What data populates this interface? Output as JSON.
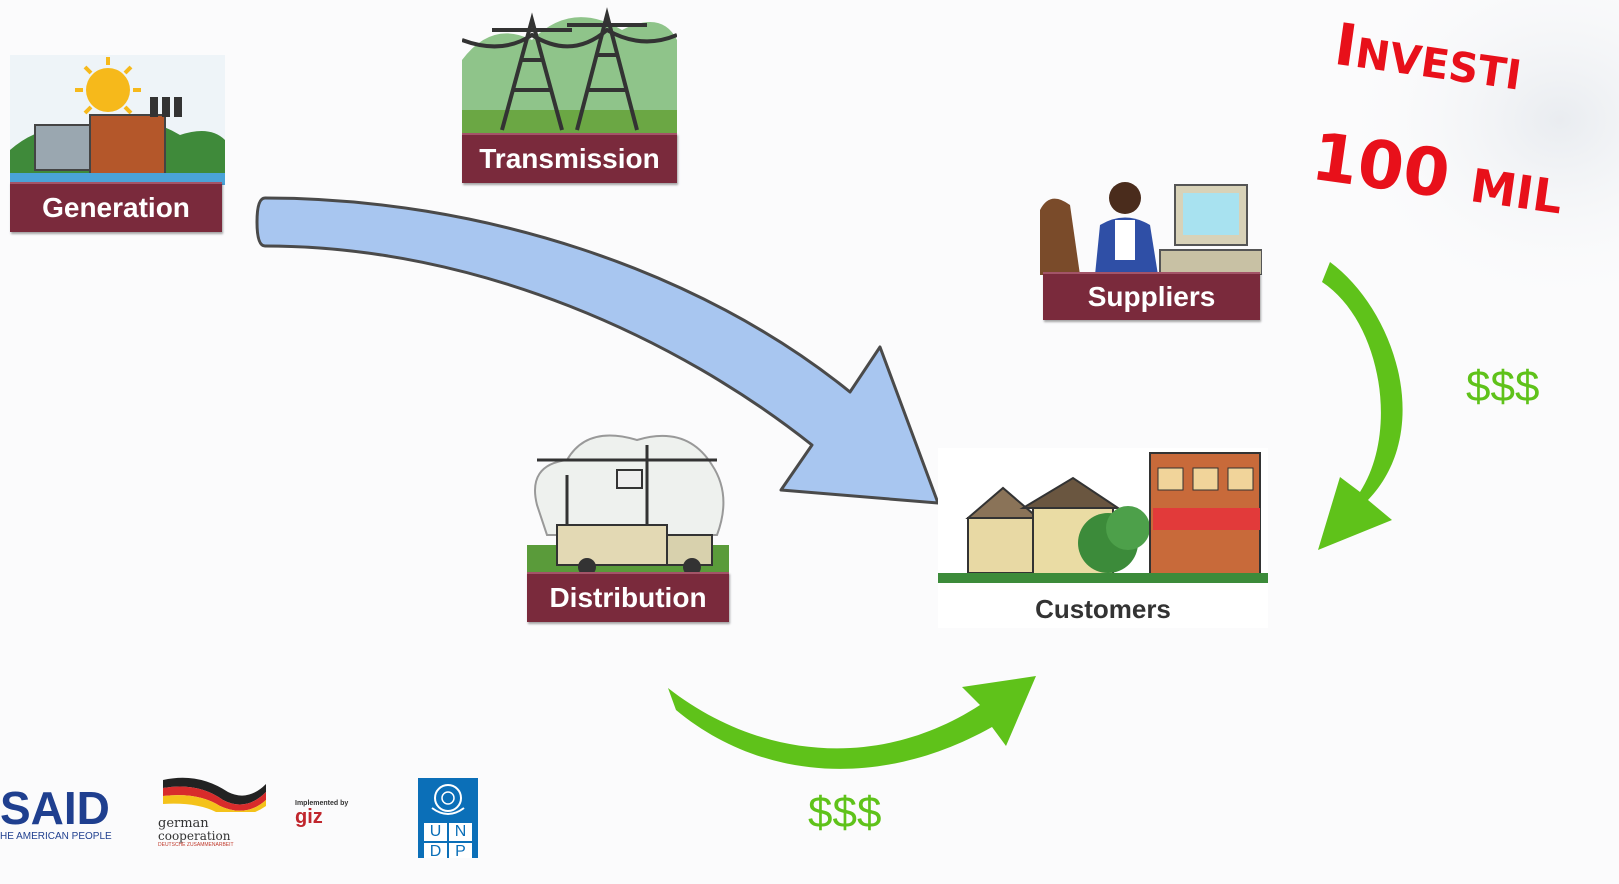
{
  "headline": {
    "line1": "Investi",
    "line2": "100 mil"
  },
  "nodes": {
    "generation": "Generation",
    "transmission": "Transmission",
    "suppliers": "Suppliers",
    "distribution": "Distribution",
    "customers": "Customers"
  },
  "payments": {
    "right": "$$$",
    "bottom": "$$$"
  },
  "logos": {
    "usaid_main": "SAID",
    "usaid_sub": "HE AMERICAN PEOPLE",
    "german_line1": "german",
    "german_line2": "cooperation",
    "german_line3": "DEUTSCHE ZUSAMMENARBEIT",
    "giz_implemented": "Implemented by",
    "giz_name": "giz",
    "undp_letters": [
      "U",
      "N",
      "D",
      "P"
    ]
  },
  "colors": {
    "label_bg": "#7a2a3c",
    "flow_arrow": "#a8c6f0",
    "money_arrow": "#5fc21a",
    "headline": "#e8101a"
  }
}
